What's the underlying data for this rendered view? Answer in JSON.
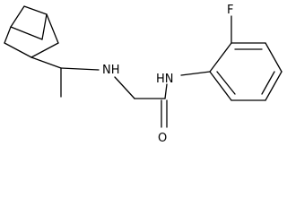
{
  "molecule": {
    "atoms": {
      "amine_nh": "NH",
      "amide_nh": "HN",
      "fluorine": "F",
      "carbonyl_oxygen": "O"
    },
    "colors": {
      "bond": "#000000",
      "label": "#000000",
      "background": "#ffffff"
    }
  }
}
